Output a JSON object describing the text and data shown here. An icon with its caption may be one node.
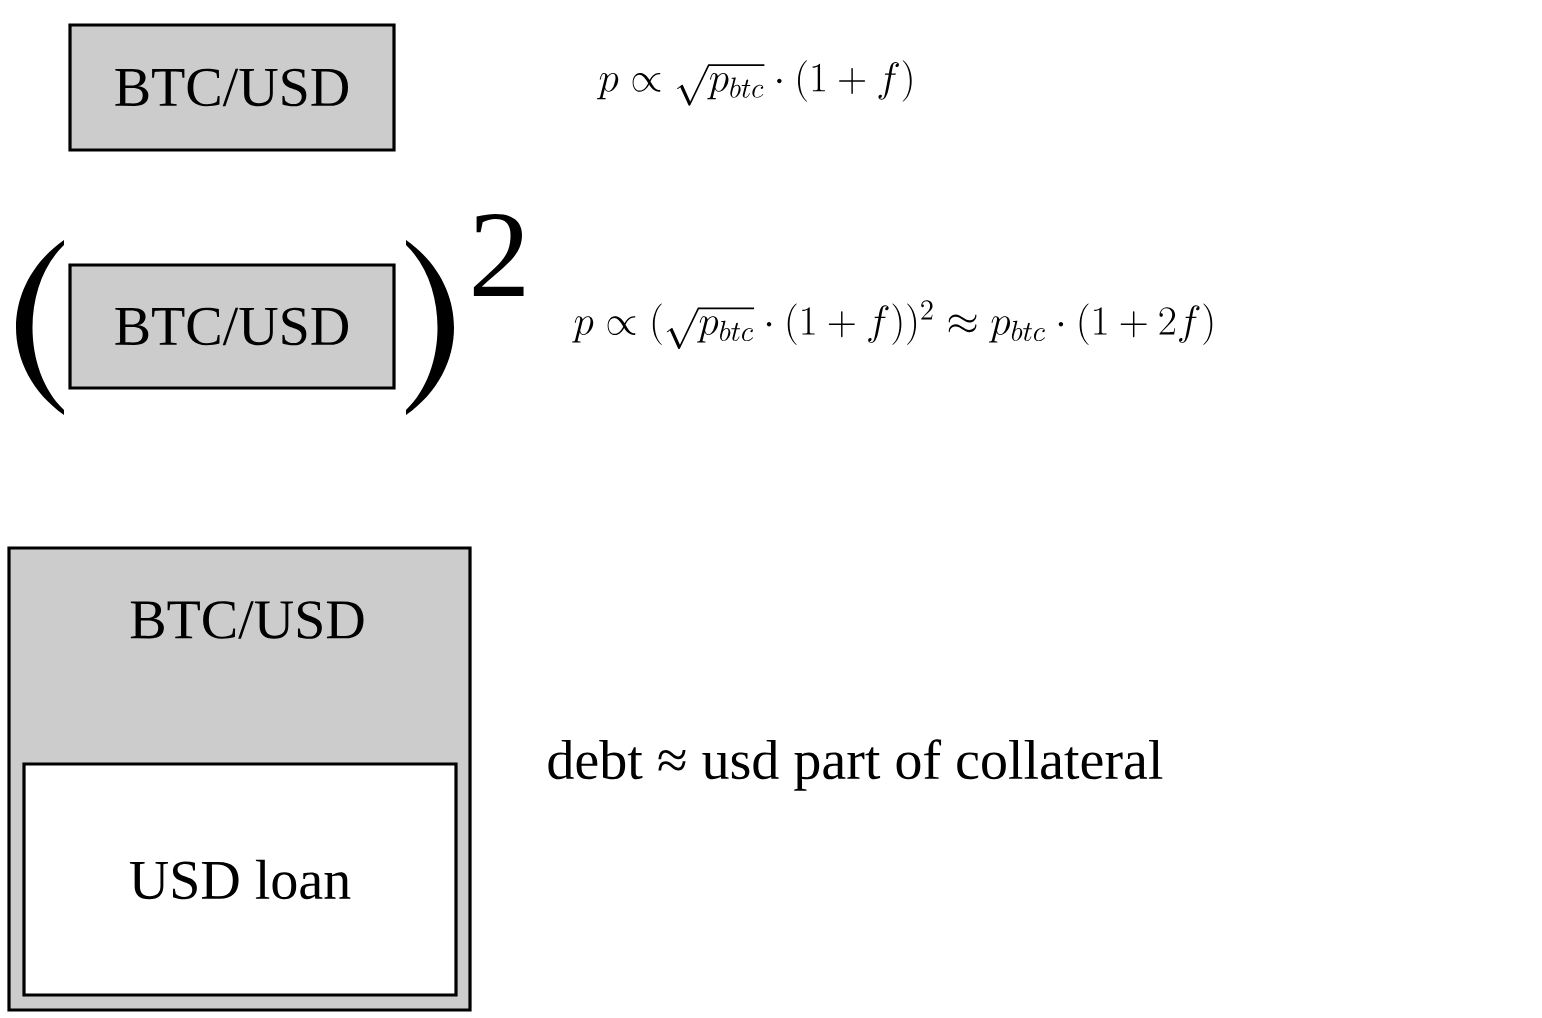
{
  "diagram": {
    "nodes": [
      {
        "text": [
          "BTC/USD"
        ]
      },
      {
        "text": [
          "BTC/USD"
        ]
      },
      {
        "text": [
          "BTC/USD"
        ]
      },
      {
        "text": [
          "USD loan"
        ],
        "in": 2
      }
    ],
    "labels": [
      "p \\propto \\sqrt{p_{btc}} \\cdot (1+f)",
      "2",
      "p \\propto (\\sqrt{p_{btc}} \\cdot (1+f))^{2} \\approx p_{btc} \\cdot (1+2f)",
      "debt ≈ usd part of collateral"
    ]
  }
}
